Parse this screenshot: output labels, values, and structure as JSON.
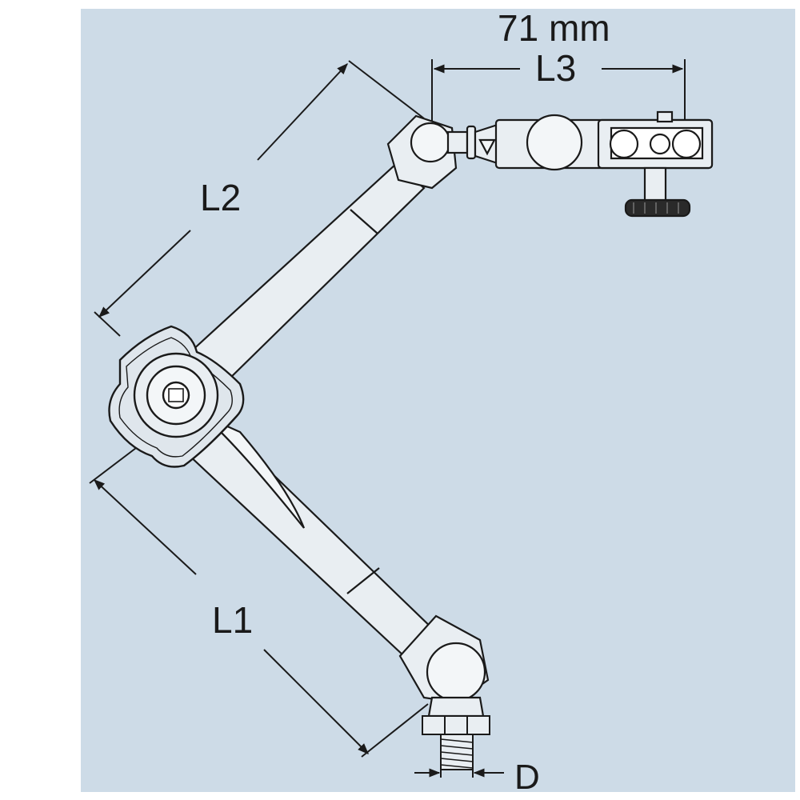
{
  "dimensions": {
    "top_value": "71 mm",
    "l3": "L3",
    "l2": "L2",
    "l1": "L1",
    "d": "D"
  },
  "colors": {
    "background": "#cddbe7",
    "metal_fill": "#e9eef2",
    "outline": "#1a1a1a",
    "knob_fill": "#dfe6ec",
    "foot_dark": "#2a2a2a"
  },
  "icons": [
    "hex-knob-icon",
    "clamp-icon",
    "thread-stud-icon"
  ]
}
